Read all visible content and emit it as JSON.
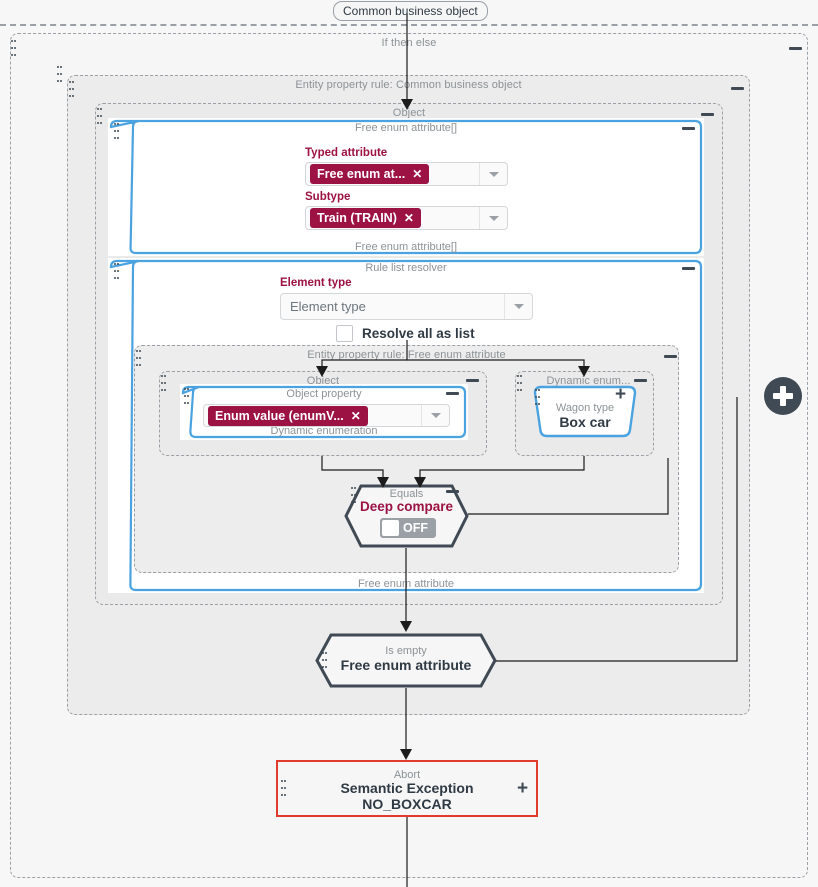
{
  "canvas": {
    "top_pill": "Common business object"
  },
  "groups": {
    "if_then_else": "If then else",
    "entity_rule_common": "Entity property rule: Common business object",
    "object_outer": "Object",
    "entity_rule_free_enum": "Entity property rule: Free enum attribute",
    "object_inner": "Object",
    "dynamic_enum_group": "Dynamic enum..."
  },
  "panels": {
    "free_enum_array": {
      "title": "Free enum attribute[]",
      "footer": "Free enum attribute[]"
    },
    "rule_list_resolver": {
      "title": "Rule list resolver",
      "footer": "Free enum attribute"
    },
    "object_property": {
      "title": "Object property",
      "footer": "Dynamic enumeration"
    }
  },
  "fields": {
    "typed_attribute": {
      "label": "Typed attribute",
      "chip": "Free enum at...",
      "chip_remove": "✕"
    },
    "subtype": {
      "label": "Subtype",
      "chip": "Train (TRAIN)",
      "chip_remove": "✕"
    },
    "element_type": {
      "label": "Element type",
      "placeholder": "Element type"
    },
    "resolve_all_as_list": {
      "label": "Resolve all as list",
      "checked": false
    },
    "object_property_value": {
      "chip": "Enum value (enumV...",
      "chip_remove": "✕"
    }
  },
  "nodes": {
    "wagon_type": {
      "sub": "Wagon type",
      "main": "Box car",
      "plus": "+"
    },
    "equals": {
      "sub": "Equals",
      "main": "Deep compare",
      "toggle_label": "OFF",
      "toggle_state": "off"
    },
    "is_empty": {
      "sub": "Is empty",
      "main": "Free enum attribute"
    },
    "abort": {
      "sub": "Abort",
      "main": "Semantic Exception",
      "detail": "NO_BOXCAR",
      "plus": "+"
    }
  },
  "colors": {
    "accent_crimson": "#9c1242",
    "panel_blue": "#4aa3e0",
    "node_dark": "#3f4a54",
    "error_red": "#e23b2e",
    "muted_text": "#8c9296"
  }
}
